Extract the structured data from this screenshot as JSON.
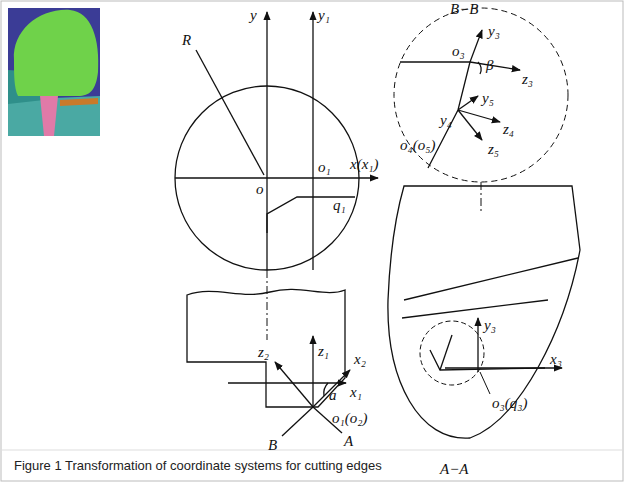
{
  "diagram": {
    "caption": "Figure 1 Transformation of coordinate systems for cutting edges",
    "labels": [
      "R",
      "y",
      "y₁",
      "o",
      "o₁",
      "x(x₁)",
      "q₁",
      "z₁",
      "z₂",
      "x₂",
      "a",
      "x₁",
      "o₁(o₂)",
      "B",
      "A",
      "B−B",
      "o₃",
      "y₃",
      "β",
      "z₃",
      "y₄",
      "y₅",
      "o₄(o₅)",
      "z₅",
      "z₄",
      "y₃",
      "x₃",
      "o₃(q₃)",
      "A−A"
    ]
  }
}
